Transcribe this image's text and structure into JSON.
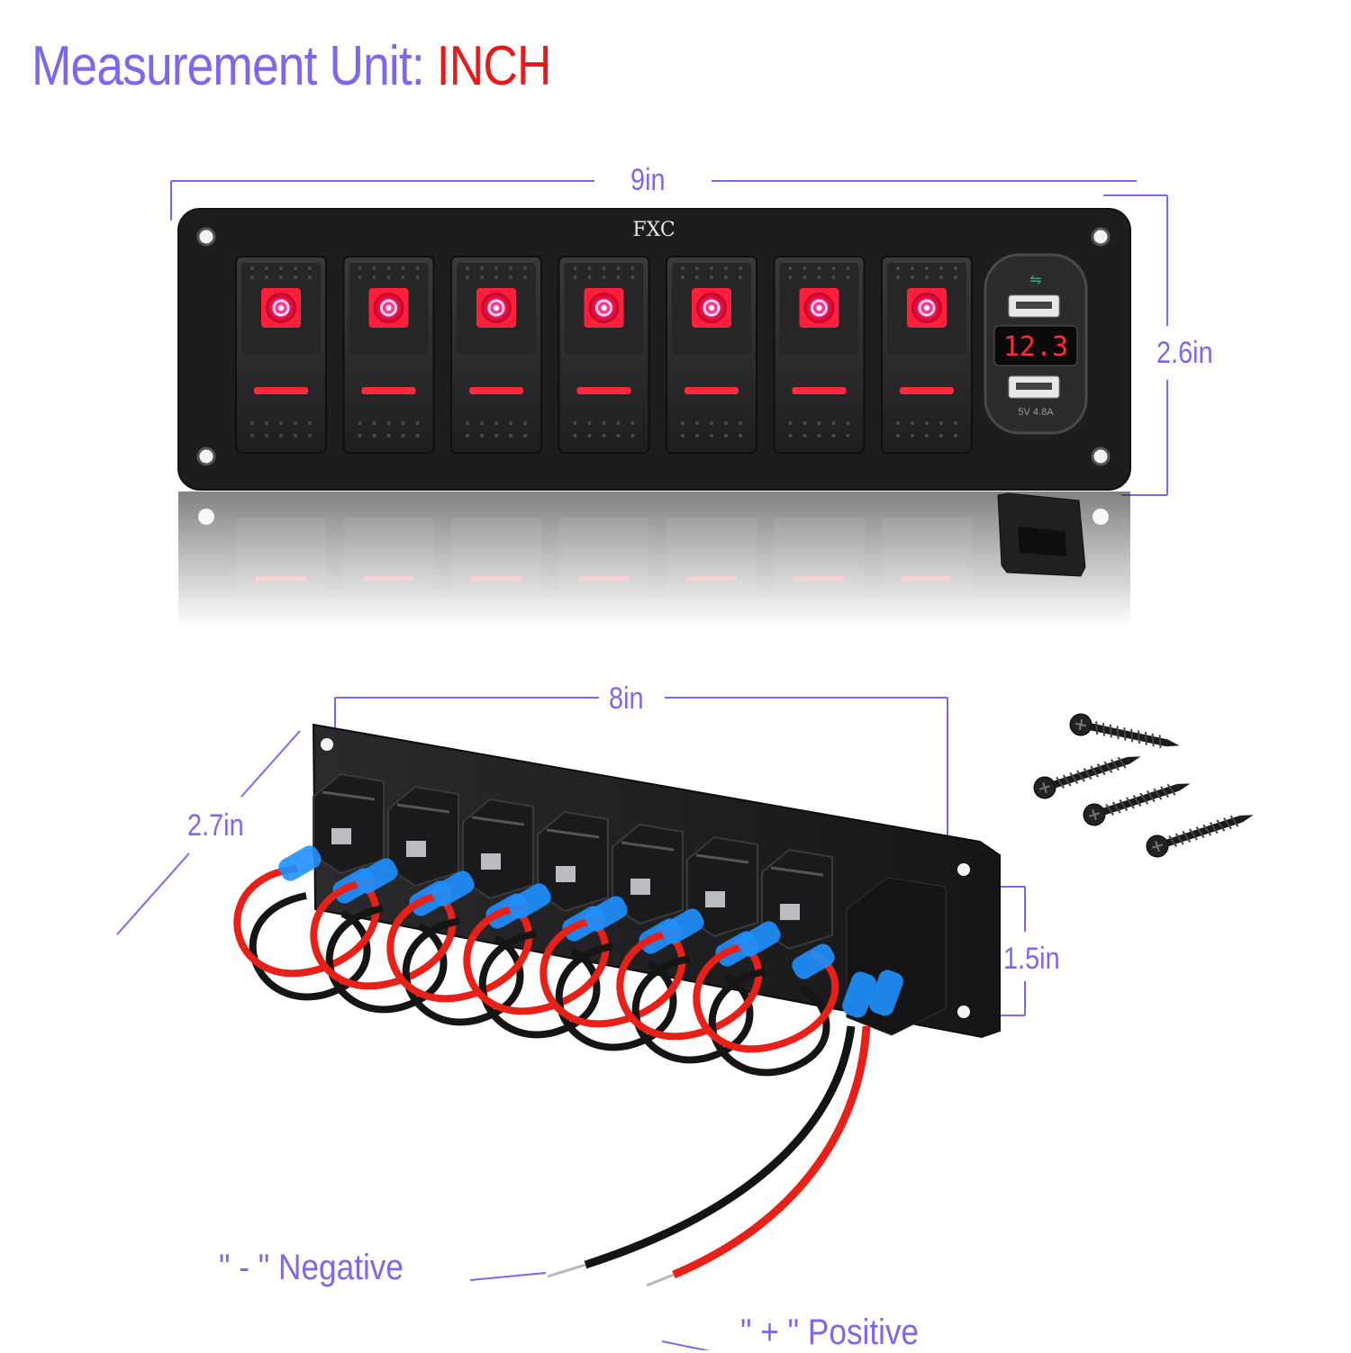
{
  "title": {
    "prefix": "Measurement Unit: ",
    "unit": "INCH"
  },
  "front_panel": {
    "logo": "FXC",
    "width_label": "9in",
    "height_label": "2.6in",
    "switch_count": 7,
    "voltmeter_reading": "12.3",
    "usb_rating": "5V 4.8A",
    "colors": {
      "panel": "#1c1c1e",
      "switch": "#2a2a2c",
      "led": "#ff1f3d",
      "accent": "#7b68ee",
      "unit": "#e41b1b"
    }
  },
  "back_panel": {
    "length_label": "8in",
    "depth_label": "2.7in",
    "height_label": "1.5in"
  },
  "wires": {
    "negative_label": "\"  -  \"  Negative",
    "positive_label": "\"  +  \"  Positive"
  },
  "screws": {
    "count": 4,
    "icon": "screw-icon"
  }
}
